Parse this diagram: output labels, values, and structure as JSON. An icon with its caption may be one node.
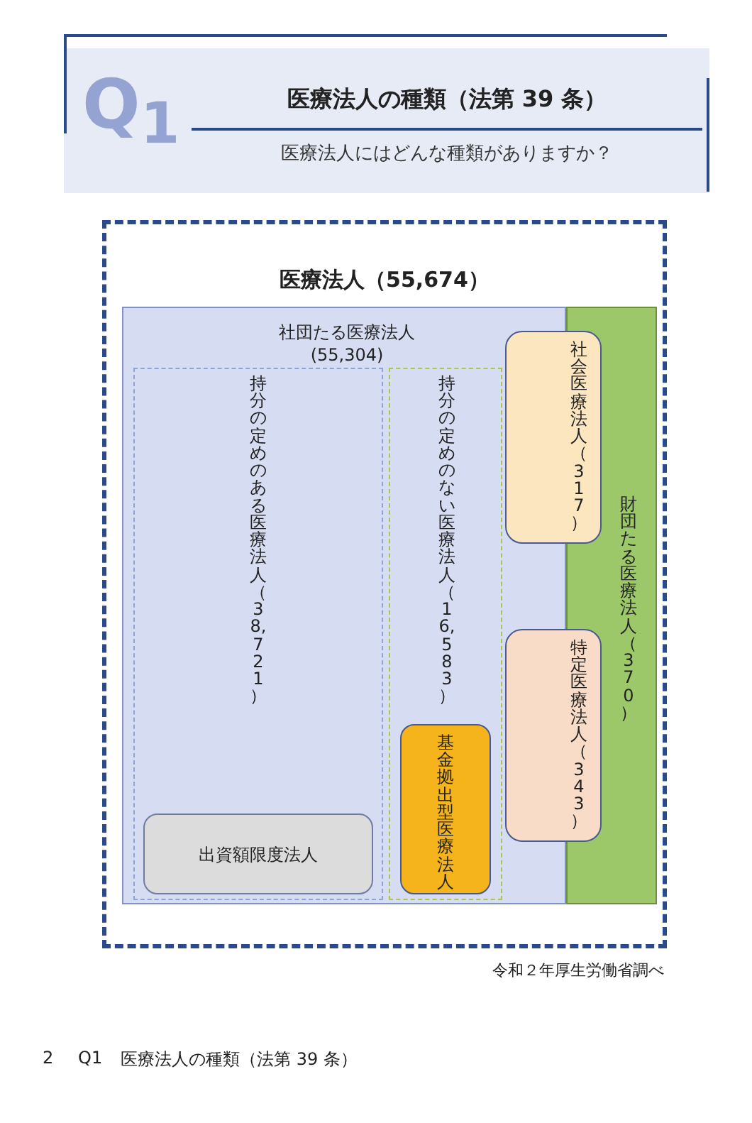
{
  "diagram": {
    "title": "医療法人の種類（法第 39 条）",
    "nodes": [
      {
        "text": [
          "医療法人（55,674）"
        ]
      },
      {
        "text": [
          "社団たる医療法人 (55,304)"
        ],
        "in": 0
      },
      {
        "text": [
          "持分の定めのある医療法人（38,721）"
        ],
        "in": 1
      },
      {
        "text": [
          "出資額限度法人"
        ],
        "in": 2
      },
      {
        "text": [
          "持分の定めのない医療法人（16,583）"
        ],
        "in": 1
      },
      {
        "text": [
          "基金拠出型医療法人"
        ],
        "in": 4
      },
      {
        "text": [
          "財団たる医療法人（370）"
        ],
        "in": 0
      },
      {
        "text": [
          "社会医療法人（317）"
        ],
        "in": 0
      },
      {
        "text": [
          "特定医療法人（343）"
        ],
        "in": 0
      }
    ],
    "edges": [],
    "labels": [
      "Q$_{1}$",
      "医療法人にはどんな種類がありますか？",
      "令和２年厚生労働省調べ",
      "2",
      "Q1",
      "医療法人の種類（法第 39 条）"
    ]
  }
}
